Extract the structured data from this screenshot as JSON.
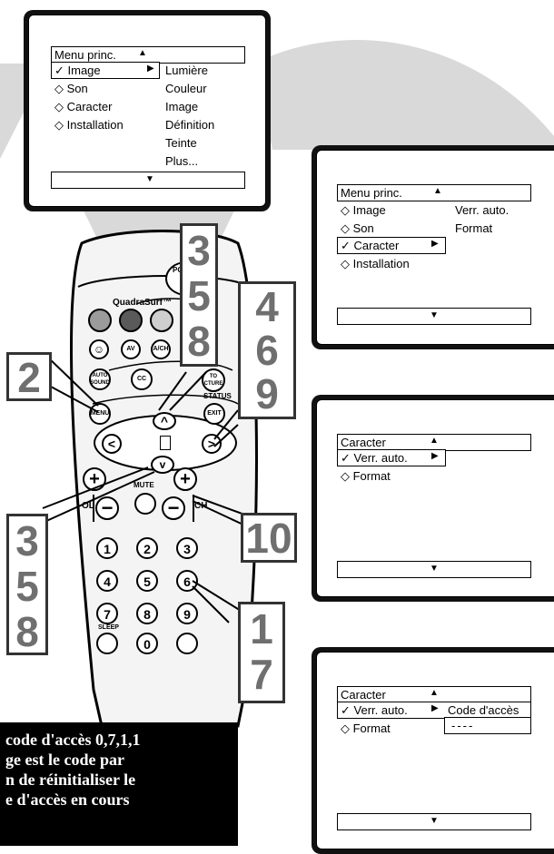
{
  "screen1": {
    "header": "Menu princ.",
    "items": [
      "✓ Image",
      "◇ Son",
      "◇ Caracter",
      "◇ Installation"
    ],
    "submenu": [
      "Lumière",
      "Couleur",
      "Image",
      "Définition",
      "Teinte",
      "Plus..."
    ]
  },
  "screen2": {
    "header": "Menu princ.",
    "items": [
      "◇ Image",
      "◇ Son",
      "✓ Caracter",
      "◇ Installation"
    ],
    "submenu": [
      "Verr. auto.",
      "Format"
    ]
  },
  "screen3": {
    "header": "Caracter",
    "items": [
      "✓ Verr. auto.",
      "◇ Format"
    ]
  },
  "screen4": {
    "header": "Caracter",
    "items": [
      "✓ Verr. auto.",
      "◇ Format"
    ],
    "submenu_label": "Code d'accès",
    "code_value": "----"
  },
  "remote": {
    "power": "POW",
    "quadrasurf": "QuadraSurf™",
    "av": "AV",
    "ach": "A/CH",
    "auto_sound": "AUTO SOUND",
    "cc": "CC",
    "auto_picture": "TO CTURE",
    "menu": "MENU",
    "status": "STATUS",
    "exit": "EXIT",
    "mute": "MUTE",
    "vol": "OL",
    "ch": "CH",
    "sleep": "SLEEP",
    "keys": [
      "1",
      "2",
      "3",
      "4",
      "5",
      "6",
      "7",
      "8",
      "9",
      "0"
    ]
  },
  "steps": {
    "s358_top": [
      "3",
      "5",
      "8"
    ],
    "s469": [
      "4",
      "6",
      "9"
    ],
    "s2": "2",
    "s358_bottom": [
      "3",
      "5",
      "8"
    ],
    "s10": "10",
    "s17": [
      "1",
      "7"
    ]
  },
  "caption": {
    "lines": [
      "code d'accès 0,7,1,1",
      "ge est le code par",
      "n de réinitialiser le",
      "e d'accès en cours"
    ]
  }
}
